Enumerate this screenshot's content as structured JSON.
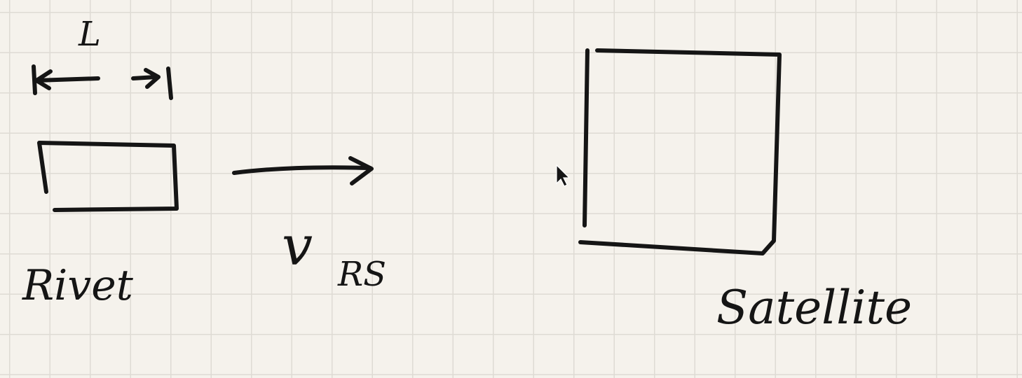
{
  "labels": {
    "length": "L",
    "rivet": "Rivet",
    "velocity": "v",
    "velocity_subscript": "RS",
    "satellite": "Satellite"
  },
  "colors": {
    "paper": "#f5f2ec",
    "grid": "#dedbd4",
    "ink": "#151515"
  },
  "icons": [
    "mouse-pointer-icon"
  ]
}
